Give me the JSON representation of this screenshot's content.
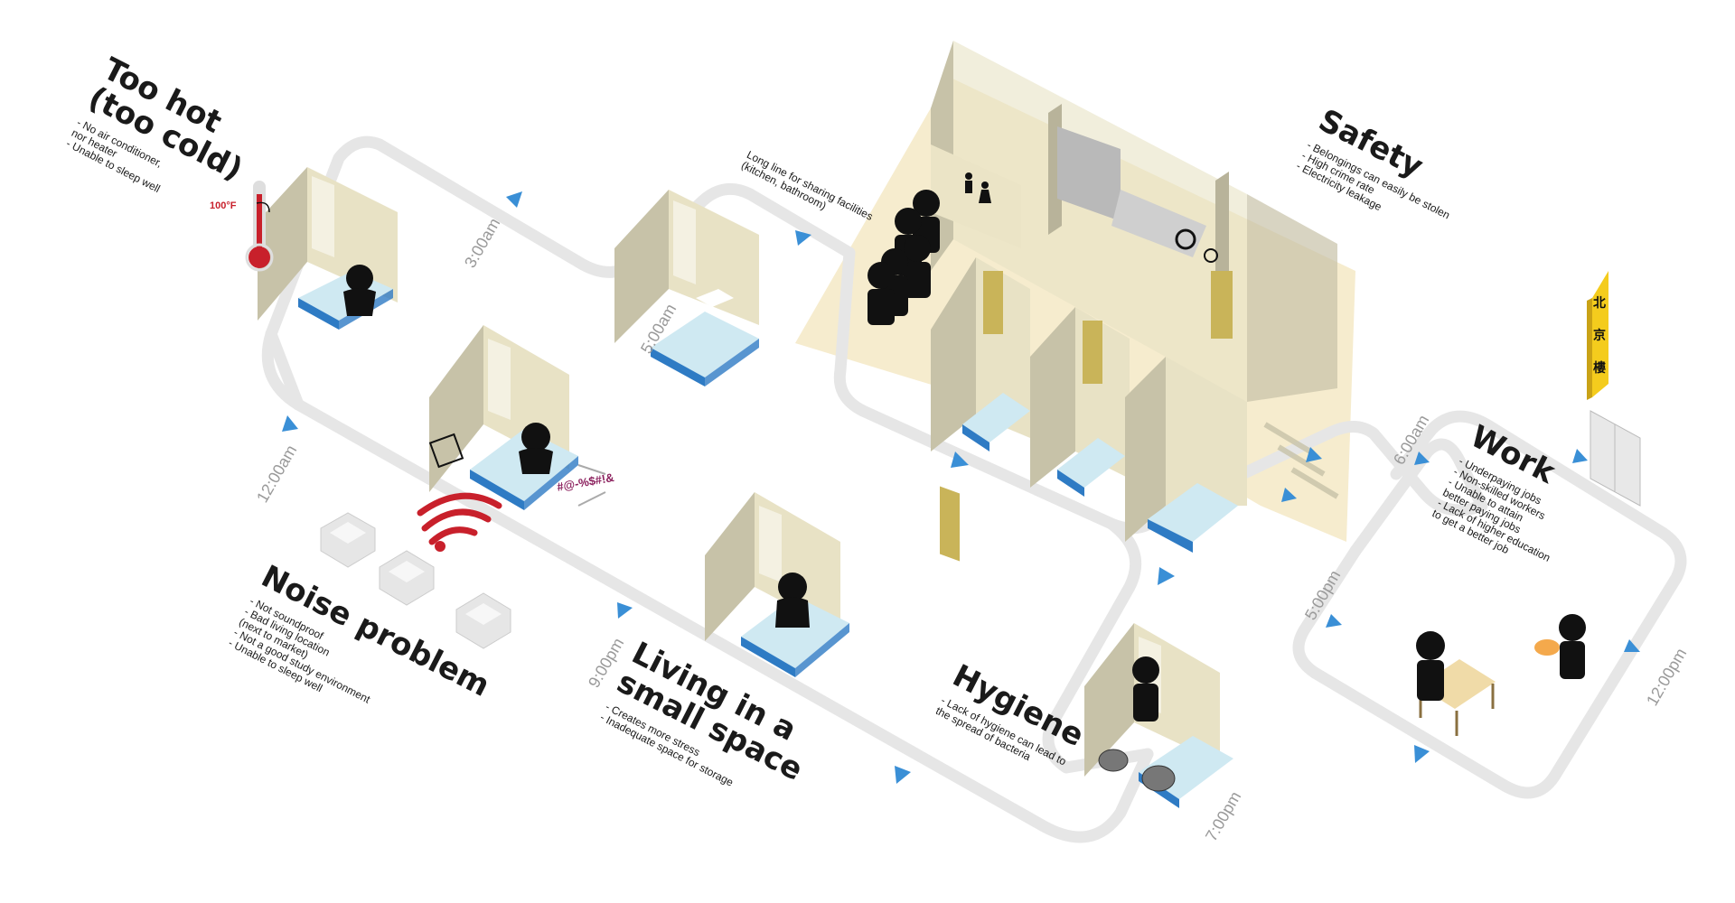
{
  "sections": {
    "too_hot": {
      "title": [
        "Too hot",
        "(too cold)"
      ],
      "bullets": [
        "- No air conditioner,",
        "  nor heater",
        "- Unable to sleep well"
      ]
    },
    "noise": {
      "title": [
        "Noise problem"
      ],
      "bullets": [
        "- Not soundproof",
        "- Bad living location",
        "  (next to market)",
        "- Not a good study environment",
        "- Unable to sleep well"
      ]
    },
    "small_space": {
      "title": [
        "Living in a",
        "small space"
      ],
      "bullets": [
        "- Creates more stress",
        "- Inadequate space for storage"
      ]
    },
    "hygiene": {
      "title": [
        "Hygiene"
      ],
      "bullets": [
        "- Lack of hygiene can lead to",
        "  the spread of bacteria"
      ]
    },
    "safety": {
      "title": [
        "Safety"
      ],
      "bullets": [
        "- Belongings can easily be stolen",
        "- High crime rate",
        "- Electricity leakage"
      ]
    },
    "work": {
      "title": [
        "Work"
      ],
      "bullets": [
        "- Underpaying jobs",
        "- Non-skilled workers",
        "- Unable to attain",
        "  better paying jobs",
        "- Lack of higher education",
        "  to get a better job"
      ]
    }
  },
  "shared_facilities_note": [
    "Long line for sharing facilities",
    "(kitchen, bathroom)"
  ],
  "thermometer_label": "100°F",
  "noise_symbols": "#@-%$#!&",
  "times": {
    "t0300": "3:00am",
    "t0500": "5:00am",
    "t0600": "6:00am",
    "t1200am": "12:00am",
    "t0900pm": "9:00pm",
    "t0500pm": "5:00pm",
    "t0700pm": "7:00pm",
    "t1200pm": "12:00pm"
  },
  "sign_text": "北京樓",
  "colors": {
    "path": "#e6e6e6",
    "arrow": "#3a8fd6",
    "wall_light": "#e8e2c5",
    "wall_dark": "#c7c2a8",
    "floor_shared": "#f4e9c6",
    "bed": "#cfe9f2",
    "bed_edge": "#2e7bc4",
    "door": "#c9b459",
    "person": "#111111",
    "alert": "#c8202b",
    "sign": "#f4cc1d"
  }
}
